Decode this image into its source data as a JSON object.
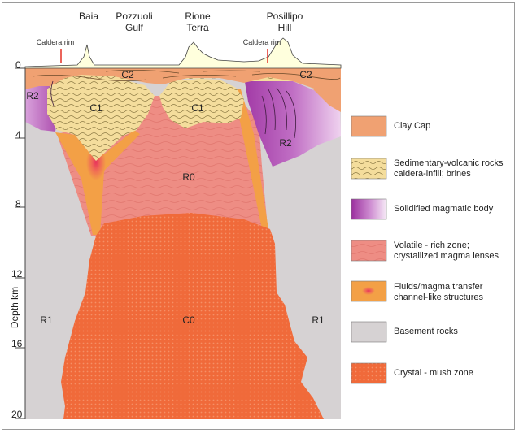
{
  "top_labels": {
    "baia": "Baia",
    "pozzuoli": [
      "Pozzuoli",
      "Gulf"
    ],
    "rione": [
      "Rione",
      "Terra"
    ],
    "posillipo": [
      "Posillipo",
      "Hill"
    ],
    "caldera_rim_left": "Caldera rim",
    "caldera_rim_right": "Caldera rim"
  },
  "axis": {
    "label": "Depth km",
    "ticks": [
      "0",
      "4",
      "8",
      "12",
      "16",
      "20"
    ]
  },
  "zones": {
    "c2_left": "C2",
    "c2_right": "C2",
    "c1_left": "C1",
    "c1_right": "C1",
    "r2_left": "R2",
    "r2_right": "R2",
    "r0": "R0",
    "c0": "C0",
    "r1_left": "R1",
    "r1_right": "R1"
  },
  "legend": [
    {
      "id": "clay",
      "lines": [
        "Clay Cap"
      ],
      "color": "#f0a172"
    },
    {
      "id": "sed",
      "lines": [
        "Sedimentary-volcanic rocks",
        "caldera-infill; brines"
      ],
      "color": "#f3dc98"
    },
    {
      "id": "solid",
      "lines": [
        "Solidified magmatic body"
      ],
      "color": "#a63fa6"
    },
    {
      "id": "volatile",
      "lines": [
        "Volatile - rich zone;",
        "crystallized magma lenses"
      ],
      "color": "#ee8a82"
    },
    {
      "id": "fluids",
      "lines": [
        "Fluids/magma transfer",
        "channel-like structures"
      ],
      "color": "#f2a040"
    },
    {
      "id": "basement",
      "lines": [
        "Basement rocks"
      ],
      "color": "#d6d2d3"
    },
    {
      "id": "mush",
      "lines": [
        "Crystal - mush zone"
      ],
      "color": "#f1693a"
    }
  ]
}
